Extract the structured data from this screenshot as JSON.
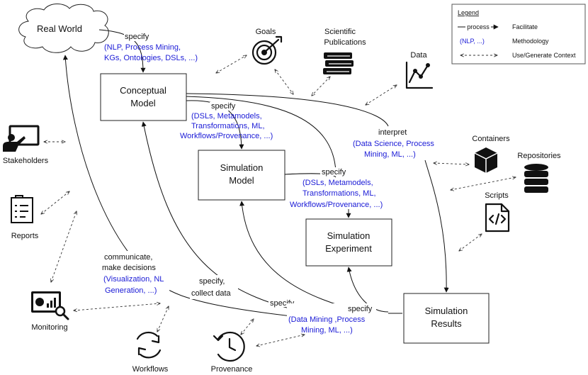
{
  "colors": {
    "methodology": "#1a1ad6",
    "text": "#111111",
    "line": "#111111"
  },
  "legend": {
    "title": "Legend",
    "process_sample": "process",
    "process_desc": "Facilitate",
    "methodology_sample": "(NLP, ...)",
    "methodology_desc": "Methodology",
    "context_desc": "Use/Generate Context"
  },
  "nodes": {
    "real_world": "Real World",
    "conceptual_model": [
      "Conceptual",
      "Model"
    ],
    "simulation_model": [
      "Simulation",
      "Model"
    ],
    "simulation_experiment": [
      "Simulation",
      "Experiment"
    ],
    "simulation_results": [
      "Simulation",
      "Results"
    ]
  },
  "edges": {
    "specify_rw": {
      "action": "specify",
      "methods": [
        "(NLP, Process Mining,",
        "KGs, Ontologies, DSLs, ...)"
      ]
    },
    "specify_cm": {
      "action": "specify",
      "methods": [
        "(DSLs, Metamodels,",
        "Transformations, ML,",
        "Workflows/Provenance, ...)"
      ]
    },
    "specify_sm": {
      "action": "specify",
      "methods": [
        "(DSLs, Metamodels,",
        "Transformations, ML,",
        "Workflows/Provenance, ...)"
      ]
    },
    "interpret": {
      "action": "interpret",
      "methods": [
        "(Data Science, Process",
        "Mining, ML, ...)"
      ]
    },
    "communicate": {
      "action": [
        "communicate,",
        "make decisions"
      ],
      "methods": [
        "(Visualization, NL",
        "Generation, ...)"
      ]
    },
    "specify_collect": {
      "action": [
        "specify,",
        "collect data"
      ]
    },
    "specify_mid": {
      "action": "specify"
    },
    "specify_results": {
      "action": "specify",
      "methods": [
        "(Data Mining ,Process",
        "Mining, ML, ...)"
      ]
    }
  },
  "context": {
    "goals": {
      "label": "Goals",
      "icon": "target-icon"
    },
    "publications": {
      "label": [
        "Scientific",
        "Publications"
      ],
      "icon": "books-icon"
    },
    "data": {
      "label": "Data",
      "icon": "line-chart-icon"
    },
    "containers": {
      "label": "Containers",
      "icon": "cube-icon"
    },
    "repositories": {
      "label": "Repositories",
      "icon": "database-icon"
    },
    "scripts": {
      "label": "Scripts",
      "icon": "code-file-icon"
    },
    "stakeholders": {
      "label": "Stakeholders",
      "icon": "presenter-icon"
    },
    "reports": {
      "label": "Reports",
      "icon": "report-icon"
    },
    "monitoring": {
      "label": "Monitoring",
      "icon": "dashboard-search-icon"
    },
    "workflows": {
      "label": "Workflows",
      "icon": "cycle-arrows-icon"
    },
    "provenance": {
      "label": "Provenance",
      "icon": "history-clock-icon"
    }
  }
}
